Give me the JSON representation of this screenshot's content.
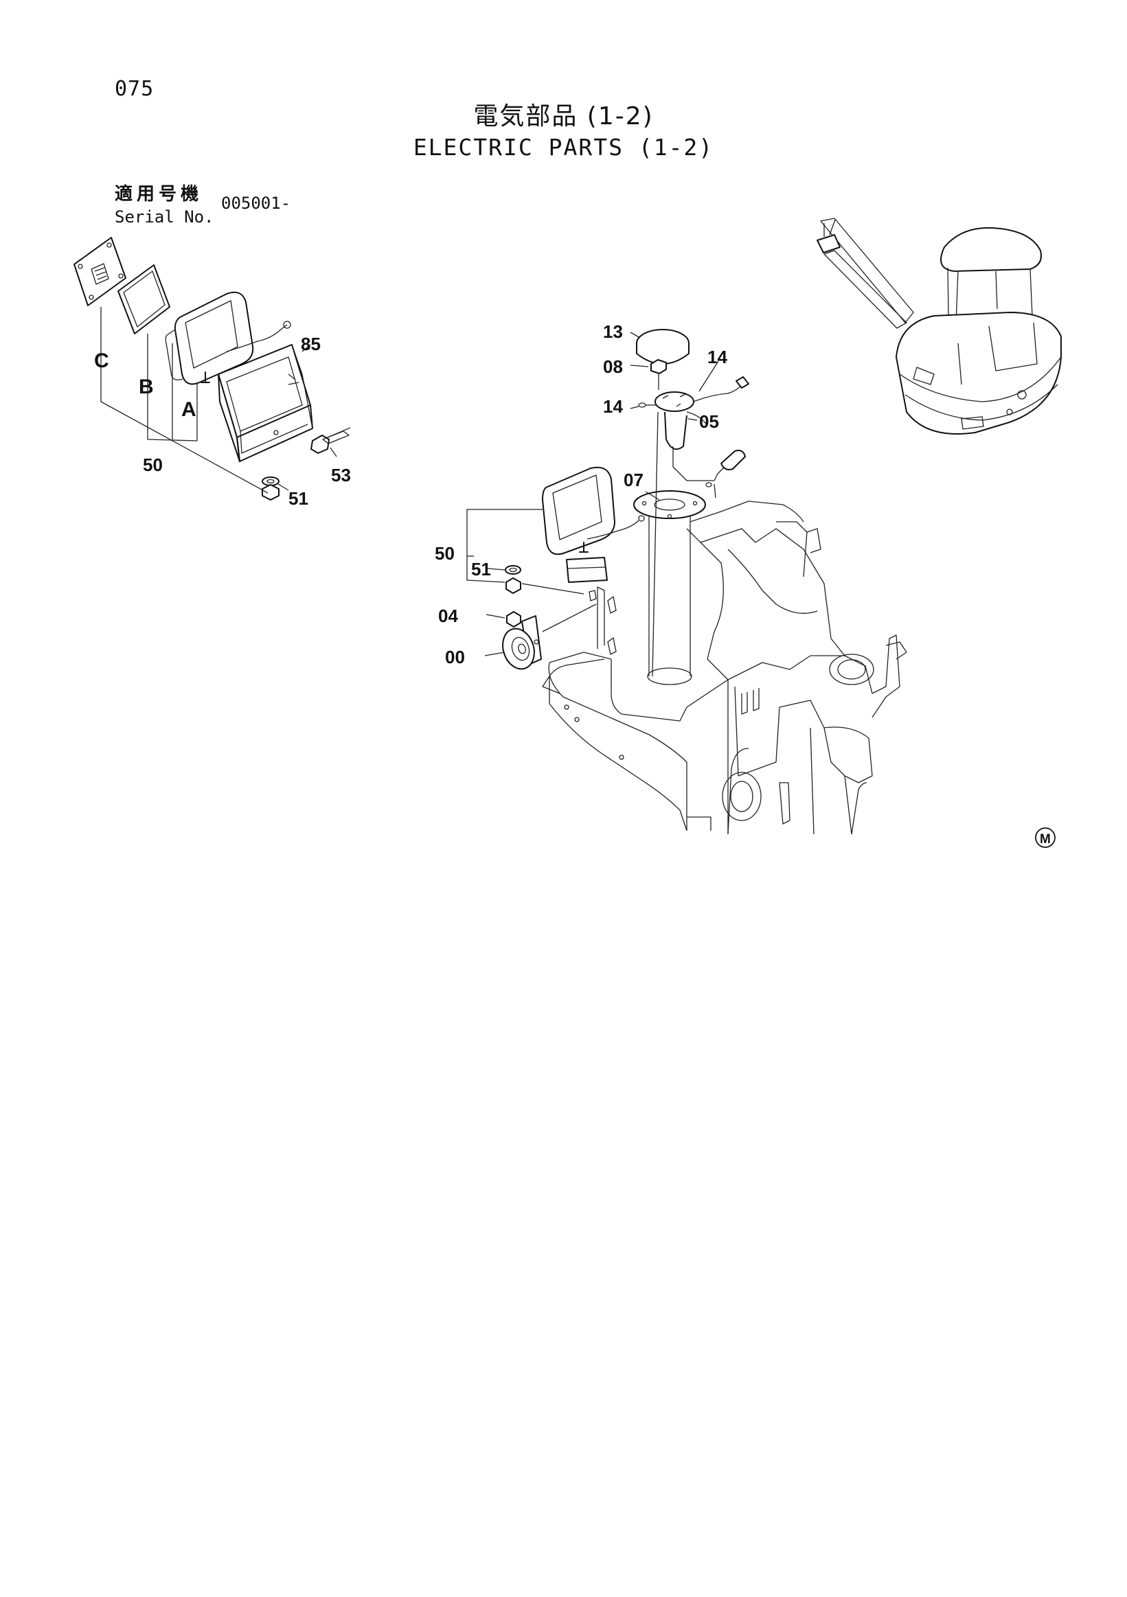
{
  "page": {
    "number": "075",
    "title_jp": "電気部品 (1-2)",
    "title_en": "ELECTRIC PARTS (1-2)",
    "serial_label_jp": "適用号機",
    "serial_label_en": "Serial No.",
    "serial_value": "005001-",
    "mark": "M"
  },
  "detail_view": {
    "letters": [
      "C",
      "B",
      "A"
    ],
    "callouts": {
      "lamp_assembly": "50",
      "washer": "51",
      "guard": "85",
      "bolt": "53"
    }
  },
  "main_view": {
    "callouts": {
      "cap": "13",
      "screw": "08",
      "wire_upper": "14",
      "wire_lower": "14",
      "sender": "05",
      "gasket": "07",
      "lamp_assembly": "50",
      "washer": "51",
      "bolt": "04",
      "horn": "00"
    }
  }
}
